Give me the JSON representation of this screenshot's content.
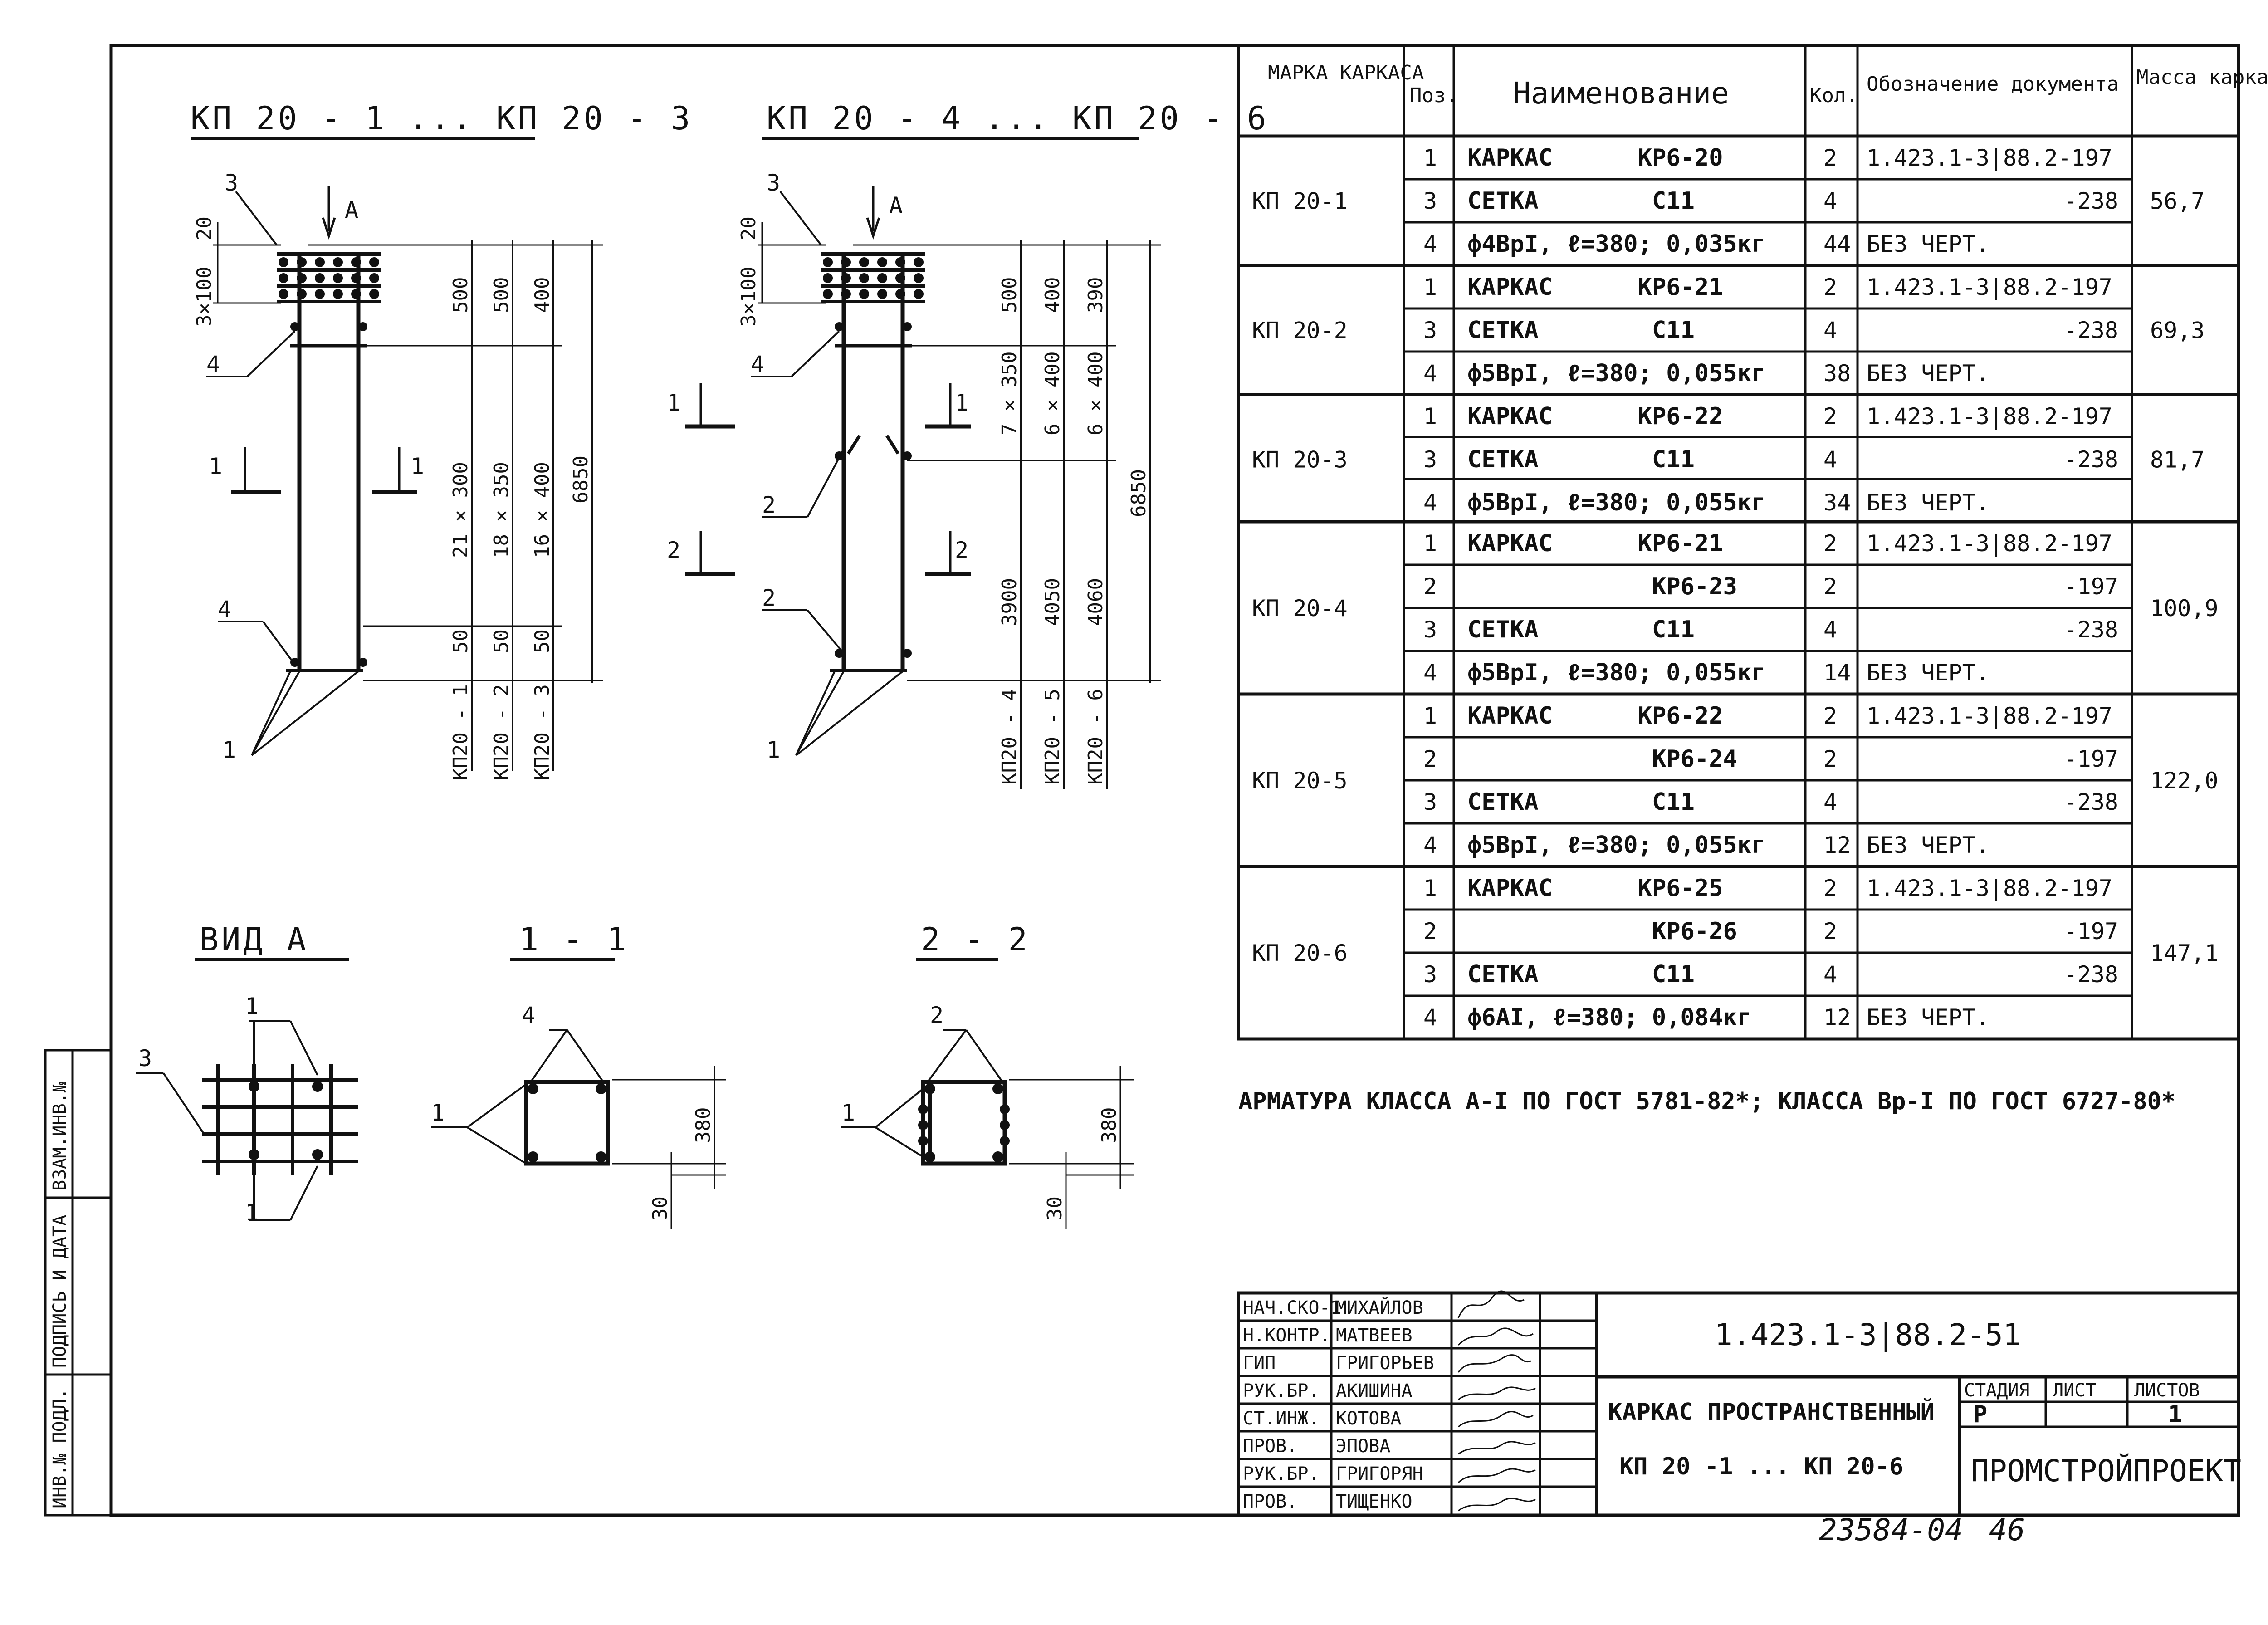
{
  "views": {
    "left_title": "КП 20 - 1 ... КП 20 - 3",
    "right_title": "КП 20 - 4 ... КП 20 - 6",
    "view_a_title": "ВИД  А",
    "sec11_title": "1 - 1",
    "sec22_title": "2 - 2",
    "arrow_label": "А",
    "left": {
      "top_dims": {
        "pitch": "20",
        "grid": "3×100"
      },
      "col_dims": [
        {
          "top": "500",
          "mid": "21 × 300",
          "bot": "50",
          "mark": "КП20 - 1"
        },
        {
          "top": "500",
          "mid": "18 × 350",
          "bot": "50",
          "mark": "КП20 - 2"
        },
        {
          "top": "400",
          "mid": "16 × 400",
          "bot": "50",
          "mark": "КП20 - 3"
        }
      ],
      "total": "6850"
    },
    "right": {
      "top_dims": {
        "pitch": "20",
        "grid": "3×100"
      },
      "col_dims": [
        {
          "top": "500",
          "mid": "7 × 350",
          "bot": "3900",
          "mark": "КП20 - 4"
        },
        {
          "top": "400",
          "mid": "6 × 400",
          "bot": "4050",
          "mark": "КП20 - 5"
        },
        {
          "top": "390",
          "mid": "6 × 400",
          "bot": "4060",
          "mark": "КП20 - 6"
        }
      ],
      "total": "6850"
    },
    "section_size": "380",
    "section_offset": "30",
    "callouts": {
      "c1": "1",
      "c2": "2",
      "c3": "3",
      "c4": "4"
    }
  },
  "table": {
    "headers": {
      "mark": "МАРКА КАРКАСА",
      "pos": "Поз.",
      "name": "Наименование",
      "qty": "Кол.",
      "doc": "Обозначение документа",
      "mass": "Масса каркаса, кг"
    },
    "groups": [
      {
        "mark": "КП 20-1",
        "mass": "56,7",
        "rows": [
          {
            "pos": "1",
            "name": "КАРКАС      КР6-20",
            "qty": "2",
            "doc": "1.423.1-3|88.2-197"
          },
          {
            "pos": "3",
            "name": "СЕТКА        С11",
            "qty": "4",
            "doc": "-238"
          },
          {
            "pos": "4",
            "name": "ф4ВрI, ℓ=380; 0,035кг",
            "qty": "44",
            "doc": "БЕЗ ЧЕРТ."
          }
        ]
      },
      {
        "mark": "КП 20-2",
        "mass": "69,3",
        "rows": [
          {
            "pos": "1",
            "name": "КАРКАС      КР6-21",
            "qty": "2",
            "doc": "1.423.1-3|88.2-197"
          },
          {
            "pos": "3",
            "name": "СЕТКА        С11",
            "qty": "4",
            "doc": "-238"
          },
          {
            "pos": "4",
            "name": "ф5ВрI, ℓ=380; 0,055кг",
            "qty": "38",
            "doc": "БЕЗ ЧЕРТ."
          }
        ]
      },
      {
        "mark": "КП 20-3",
        "mass": "81,7",
        "rows": [
          {
            "pos": "1",
            "name": "КАРКАС      КР6-22",
            "qty": "2",
            "doc": "1.423.1-3|88.2-197"
          },
          {
            "pos": "3",
            "name": "СЕТКА        С11",
            "qty": "4",
            "doc": "-238"
          },
          {
            "pos": "4",
            "name": "ф5ВрI, ℓ=380; 0,055кг",
            "qty": "34",
            "doc": "БЕЗ ЧЕРТ."
          }
        ]
      },
      {
        "mark": "КП 20-4",
        "mass": "100,9",
        "rows": [
          {
            "pos": "1",
            "name": "КАРКАС      КР6-21",
            "qty": "2",
            "doc": "1.423.1-3|88.2-197"
          },
          {
            "pos": "2",
            "name": "             КР6-23",
            "qty": "2",
            "doc": "-197"
          },
          {
            "pos": "3",
            "name": "СЕТКА        С11",
            "qty": "4",
            "doc": "-238"
          },
          {
            "pos": "4",
            "name": "ф5ВрI, ℓ=380; 0,055кг",
            "qty": "14",
            "doc": "БЕЗ ЧЕРТ."
          }
        ]
      },
      {
        "mark": "КП 20-5",
        "mass": "122,0",
        "rows": [
          {
            "pos": "1",
            "name": "КАРКАС      КР6-22",
            "qty": "2",
            "doc": "1.423.1-3|88.2-197"
          },
          {
            "pos": "2",
            "name": "             КР6-24",
            "qty": "2",
            "doc": "-197"
          },
          {
            "pos": "3",
            "name": "СЕТКА        С11",
            "qty": "4",
            "doc": "-238"
          },
          {
            "pos": "4",
            "name": "ф5ВрI, ℓ=380; 0,055кг",
            "qty": "12",
            "doc": "БЕЗ ЧЕРТ."
          }
        ]
      },
      {
        "mark": "КП 20-6",
        "mass": "147,1",
        "rows": [
          {
            "pos": "1",
            "name": "КАРКАС      КР6-25",
            "qty": "2",
            "doc": "1.423.1-3|88.2-197"
          },
          {
            "pos": "2",
            "name": "             КР6-26",
            "qty": "2",
            "doc": "-197"
          },
          {
            "pos": "3",
            "name": "СЕТКА        С11",
            "qty": "4",
            "doc": "-238"
          },
          {
            "pos": "4",
            "name": "ф6АI, ℓ=380; 0,084кг",
            "qty": "12",
            "doc": "БЕЗ ЧЕРТ."
          }
        ]
      }
    ]
  },
  "note": "АРМАТУРА КЛАССА А-I ПО ГОСТ 5781-82*; КЛАССА Вр-I ПО ГОСТ 6727-80*",
  "side_stamp": {
    "inv_podl": "ИНВ.№ ПОДЛ.",
    "podpis": "ПОДПИСЬ И ДАТА",
    "vzam": "ВЗАМ.ИНВ.№"
  },
  "title_block": {
    "people": [
      {
        "role": "НАЧ.СКО-1",
        "name": "МИХАЙЛОВ"
      },
      {
        "role": "Н.КОНТР.",
        "name": "МАТВЕЕВ"
      },
      {
        "role": "ГИП",
        "name": "ГРИГОРЬЕВ"
      },
      {
        "role": "РУК.БР.",
        "name": "АКИШИНА"
      },
      {
        "role": "СТ.ИНЖ.",
        "name": "КОТОВА"
      },
      {
        "role": "ПРОВ.",
        "name": "ЭПОВА"
      },
      {
        "role": "РУК.БР.",
        "name": "ГРИГОРЯН"
      },
      {
        "role": "ПРОВ.",
        "name": "ТИЩЕНКО"
      }
    ],
    "doc_code": "1.423.1-3|88.2-51",
    "title_line1": "КАРКАС ПРОСТРАНСТВЕННЫЙ",
    "title_line2": "КП 20 -1 ... КП 20-6",
    "stage_label": "СТАДИЯ",
    "sheet_label": "ЛИСТ",
    "sheets_label": "ЛИСТОВ",
    "stage": "Р",
    "sheet": "",
    "sheets": "1",
    "org": "ПРОМСТРОЙПРОЕКТ"
  },
  "footer": {
    "archive_no": "23584-04",
    "page": "46"
  }
}
